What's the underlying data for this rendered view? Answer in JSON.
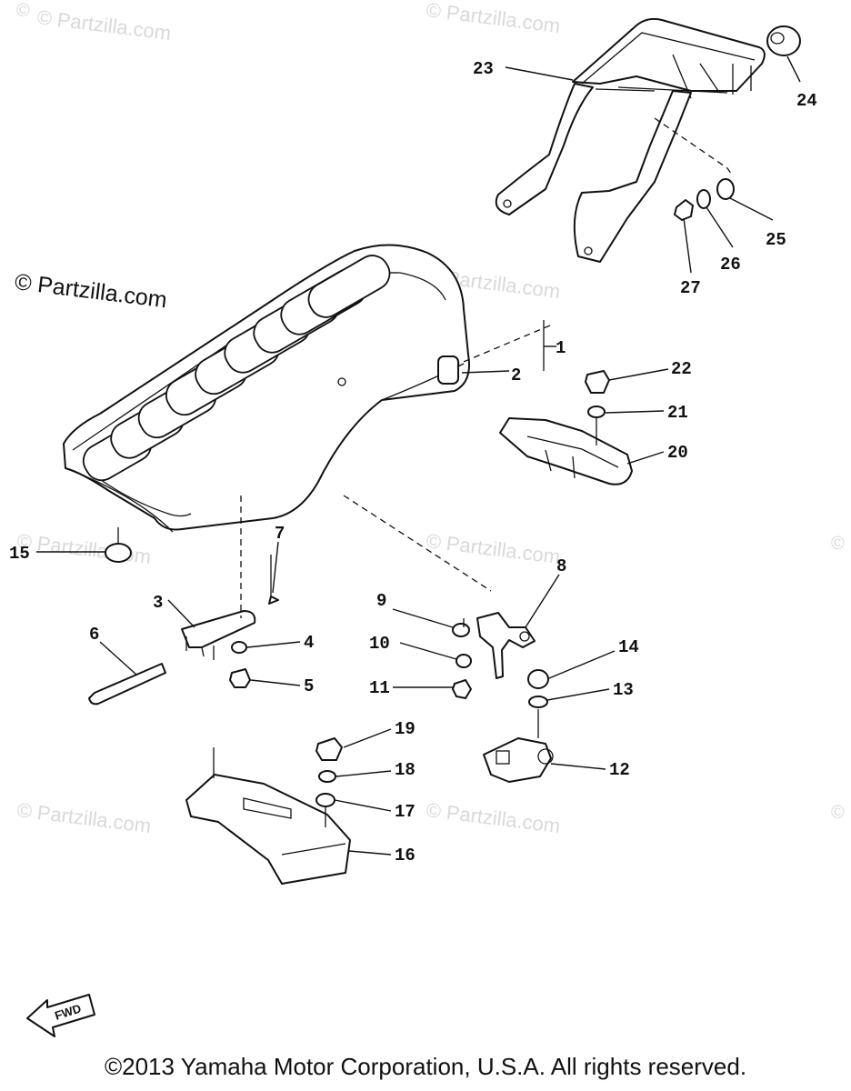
{
  "watermark": {
    "text": "© Partzilla.com",
    "main": "© Partzilla.com"
  },
  "fwd_label": "FWD",
  "copyright": "©2013 Yamaha Motor Corporation, U.S.A. All rights reserved.",
  "callouts": [
    {
      "id": "1",
      "label": "1"
    },
    {
      "id": "2",
      "label": "2"
    },
    {
      "id": "3",
      "label": "3"
    },
    {
      "id": "4",
      "label": "4"
    },
    {
      "id": "5",
      "label": "5"
    },
    {
      "id": "6",
      "label": "6"
    },
    {
      "id": "7",
      "label": "7"
    },
    {
      "id": "8",
      "label": "8"
    },
    {
      "id": "9",
      "label": "9"
    },
    {
      "id": "10",
      "label": "10"
    },
    {
      "id": "11",
      "label": "11"
    },
    {
      "id": "12",
      "label": "12"
    },
    {
      "id": "13",
      "label": "13"
    },
    {
      "id": "14",
      "label": "14"
    },
    {
      "id": "15",
      "label": "15"
    },
    {
      "id": "16",
      "label": "16"
    },
    {
      "id": "17",
      "label": "17"
    },
    {
      "id": "18",
      "label": "18"
    },
    {
      "id": "19",
      "label": "19"
    },
    {
      "id": "20",
      "label": "20"
    },
    {
      "id": "21",
      "label": "21"
    },
    {
      "id": "22",
      "label": "22"
    },
    {
      "id": "23",
      "label": "23"
    },
    {
      "id": "24",
      "label": "24"
    },
    {
      "id": "25",
      "label": "25"
    },
    {
      "id": "26",
      "label": "26"
    },
    {
      "id": "27",
      "label": "27"
    }
  ]
}
